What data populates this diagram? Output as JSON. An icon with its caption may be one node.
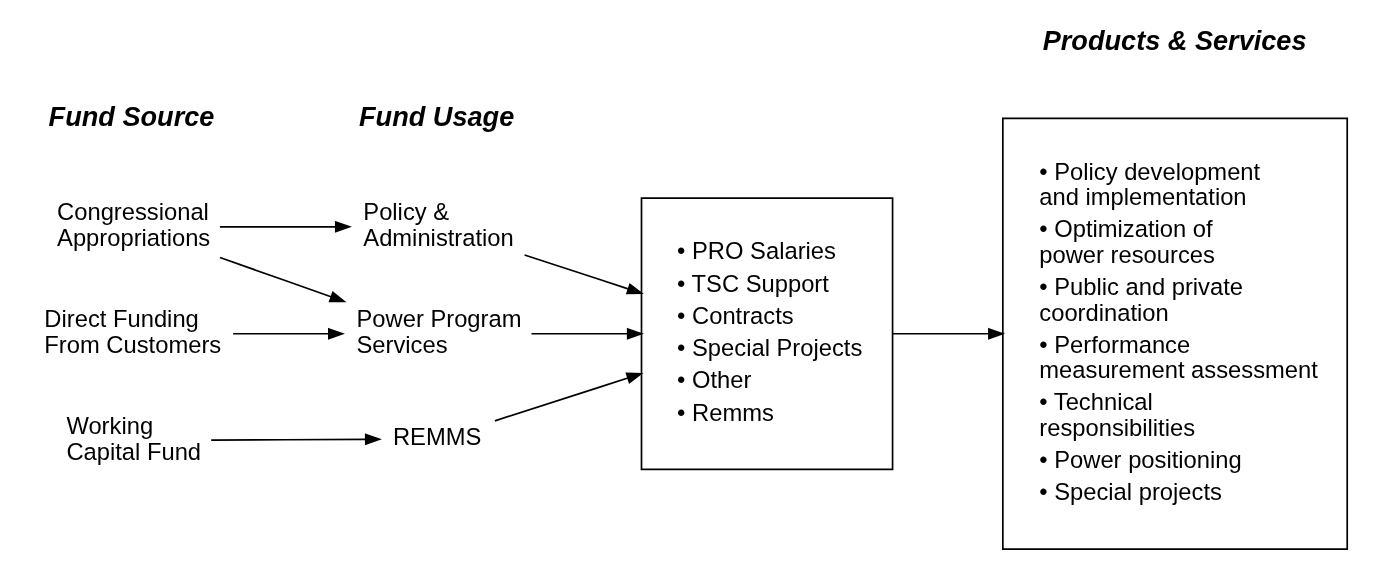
{
  "diagram": {
    "nodes": [
      {
        "text": [
          "Congressional Appropriations"
        ]
      },
      {
        "text": [
          "Direct Funding From Customers"
        ]
      },
      {
        "text": [
          "Working Capital Fund"
        ]
      },
      {
        "text": [
          "Policy & Administration"
        ]
      },
      {
        "text": [
          "Power Program Services"
        ]
      },
      {
        "text": [
          "REMMS"
        ]
      },
      {
        "text": [
          "• PRO Salaries",
          "• TSC Support",
          "• Contracts",
          "• Special Projects",
          "• Other",
          "• Remms"
        ]
      },
      {
        "text": [
          "• Policy development and implementation",
          "• Optimization of power resources",
          "• Public and private coordination",
          "• Performance measurement assessment",
          "• Technical responsibilities",
          "• Power positioning",
          "• Special projects"
        ]
      }
    ],
    "edges": [
      {
        "from": 0,
        "to": 3,
        "arrow": "to"
      },
      {
        "from": 0,
        "to": 4,
        "arrow": "to"
      },
      {
        "from": 1,
        "to": 4,
        "arrow": "to"
      },
      {
        "from": 2,
        "to": 5,
        "arrow": "to"
      },
      {
        "from": 3,
        "to": 6,
        "arrow": "to"
      },
      {
        "from": 4,
        "to": 6,
        "arrow": "to"
      },
      {
        "from": 5,
        "to": 6,
        "arrow": "to"
      },
      {
        "from": 6,
        "to": 7,
        "arrow": "to"
      }
    ],
    "labels": [
      "Fund Source",
      "Fund Usage",
      "Products & Services"
    ]
  }
}
